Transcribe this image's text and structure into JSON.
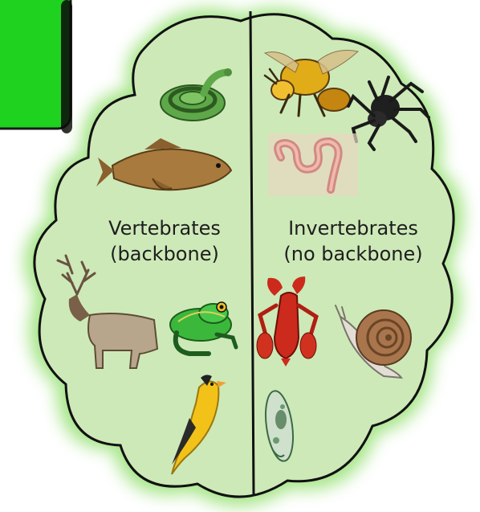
{
  "diagram": {
    "title_box_color": "#1fd21f",
    "cloud_fill": "#cde9b8",
    "glow_color": "#9be27a",
    "left_group": {
      "line1": "Vertebrates",
      "line2": "(backbone)",
      "animals": [
        "snake-icon",
        "fish-icon",
        "elk-icon",
        "frog-icon",
        "bird-icon"
      ]
    },
    "right_group": {
      "line1": "Invertebrates",
      "line2": "(no backbone)",
      "animals": [
        "wasp-icon",
        "spider-icon",
        "worm-icon",
        "lobster-icon",
        "snail-icon",
        "paramecium-icon"
      ]
    }
  }
}
